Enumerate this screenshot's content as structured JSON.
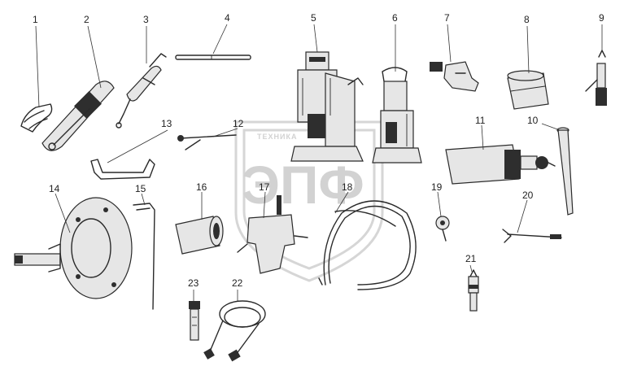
{
  "title": "",
  "watermark": {
    "logo_text": "ЭПФ",
    "arc_text": "ТЕХНИКА"
  },
  "callouts": [
    {
      "label": "1"
    },
    {
      "label": "2"
    },
    {
      "label": "3"
    },
    {
      "label": "4"
    },
    {
      "label": "5"
    },
    {
      "label": "6"
    },
    {
      "label": "7"
    },
    {
      "label": "8"
    },
    {
      "label": "9"
    },
    {
      "label": "10"
    },
    {
      "label": "11"
    },
    {
      "label": "12"
    },
    {
      "label": "13"
    },
    {
      "label": "14"
    },
    {
      "label": "15"
    },
    {
      "label": "16"
    },
    {
      "label": "17"
    },
    {
      "label": "18"
    },
    {
      "label": "19"
    },
    {
      "label": "20"
    },
    {
      "label": "21"
    },
    {
      "label": "22"
    },
    {
      "label": "23"
    }
  ]
}
